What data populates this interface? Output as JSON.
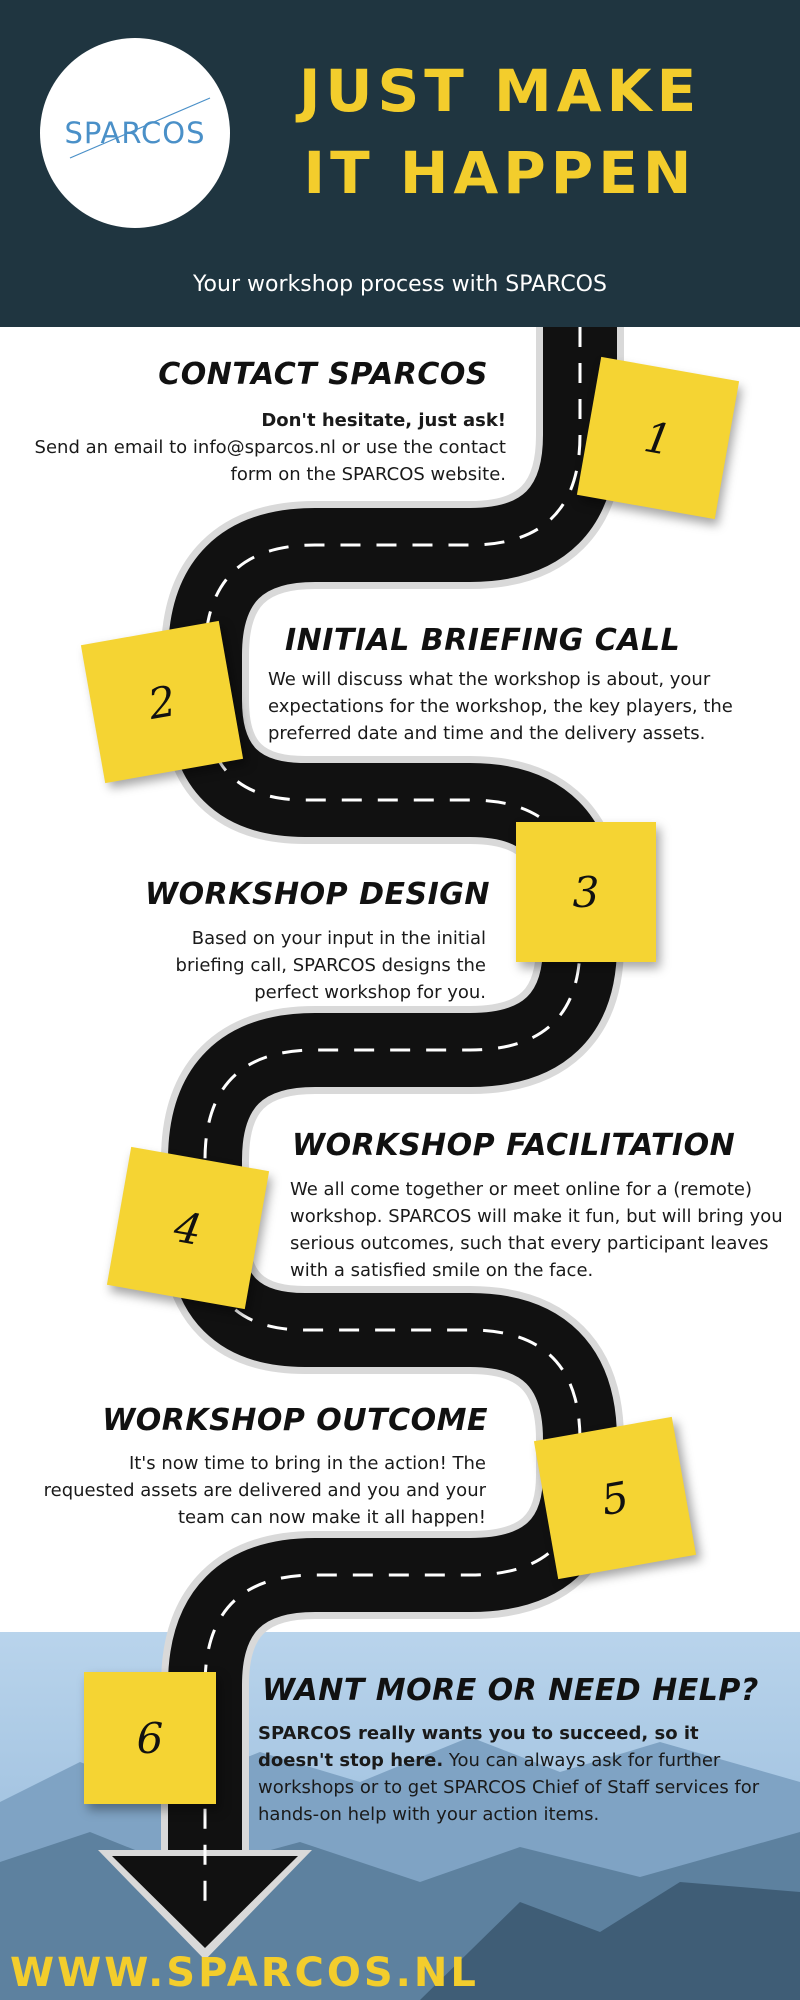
{
  "header": {
    "logo": "SPARCOS",
    "title_line1": "JUST MAKE",
    "title_line2": "IT HAPPEN",
    "subtitle": "Your workshop process with SPARCOS"
  },
  "steps": [
    {
      "number": "1",
      "title": "CONTACT SPARCOS",
      "lead": "Don't hesitate, just ask!",
      "text": "Send an email to info@sparcos.nl or use the contact form on the SPARCOS website."
    },
    {
      "number": "2",
      "title": "INITIAL BRIEFING CALL",
      "text": "We will discuss what the workshop is about, your expectations for the workshop, the key players, the preferred date and time and the delivery assets."
    },
    {
      "number": "3",
      "title": "WORKSHOP DESIGN",
      "text": "Based on your input in the initial briefing call, SPARCOS designs the perfect workshop for you."
    },
    {
      "number": "4",
      "title": "WORKSHOP FACILITATION",
      "text": "We all come together or meet online for a (remote) workshop. SPARCOS will make it fun, but will bring you serious outcomes, such that every participant leaves with a satisfied smile on the face."
    },
    {
      "number": "5",
      "title": "WORKSHOP OUTCOME",
      "text": "It's now time to bring in the action! The requested assets are delivered and you and your team can now make it all happen!"
    },
    {
      "number": "6",
      "title": "WANT MORE OR NEED HELP?",
      "lead": "SPARCOS really wants you to succeed, so it doesn't stop here.",
      "text": " You can always ask for further workshops or to get SPARCOS Chief of Staff services for hands-on help with your action items."
    }
  ],
  "footer": {
    "url": "WWW.SPARCOS.NL"
  },
  "colors": {
    "header_bg": "#1f3540",
    "accent": "#f3cd2c",
    "note": "#f5d433",
    "road": "#111111"
  }
}
